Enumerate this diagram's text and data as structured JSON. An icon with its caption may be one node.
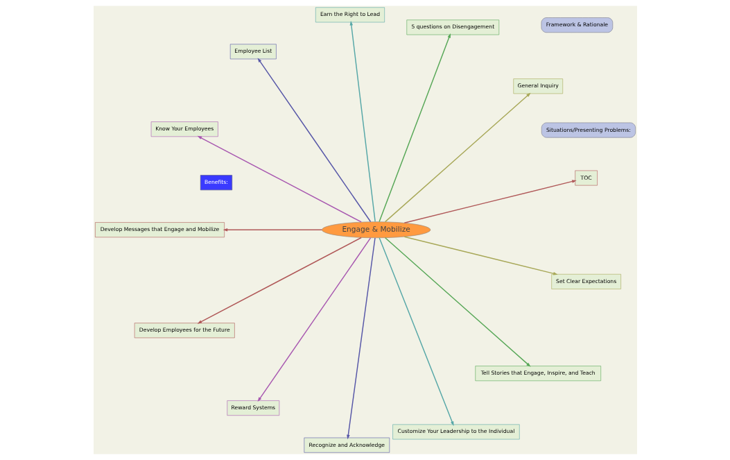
{
  "diagram": {
    "nodes": [
      {
        "text": [
          "Benefits:"
        ]
      },
      {
        "text": [
          "Situations/Presenting Problems:"
        ]
      },
      {
        "text": [
          "Framework & Rationale"
        ]
      },
      {
        "text": [
          "Engage & Mobilize"
        ]
      },
      {
        "text": [
          "TOC"
        ]
      },
      {
        "text": [
          "General Inquiry"
        ]
      },
      {
        "text": [
          "5 questions on Disengagement"
        ]
      },
      {
        "text": [
          "Earn the Right to Lead"
        ]
      },
      {
        "text": [
          "Employee List"
        ]
      },
      {
        "text": [
          "Know Your Employees"
        ]
      },
      {
        "text": [
          "Develop Messages that Engage and Mobilize"
        ]
      },
      {
        "text": [
          "Develop Employees for the Future"
        ]
      },
      {
        "text": [
          "Reward Systems"
        ]
      },
      {
        "text": [
          "Recognize and Acknowledge"
        ]
      },
      {
        "text": [
          "Customize Your Leadership to the Individual"
        ]
      },
      {
        "text": [
          "Tell Stories that Engage, Inspire, and Teach"
        ]
      },
      {
        "text": [
          "Set Clear Expectations"
        ]
      }
    ],
    "edges": [
      {
        "from": 3,
        "to": 4,
        "arrow": "to",
        "color": "#b05858"
      },
      {
        "from": 3,
        "to": 5,
        "arrow": "to",
        "color": "#a8a858"
      },
      {
        "from": 3,
        "to": 6,
        "arrow": "to",
        "color": "#58a858"
      },
      {
        "from": 3,
        "to": 7,
        "arrow": "to",
        "color": "#58a8a8"
      },
      {
        "from": 3,
        "to": 8,
        "arrow": "to",
        "color": "#5858a8"
      },
      {
        "from": 3,
        "to": 9,
        "arrow": "to",
        "color": "#a858b0"
      },
      {
        "from": 3,
        "to": 10,
        "arrow": "to",
        "color": "#b05858"
      },
      {
        "from": 3,
        "to": 11,
        "arrow": "to",
        "color": "#b05858"
      },
      {
        "from": 3,
        "to": 12,
        "arrow": "to",
        "color": "#a858b0"
      },
      {
        "from": 3,
        "to": 13,
        "arrow": "to",
        "color": "#5858a8"
      },
      {
        "from": 3,
        "to": 14,
        "arrow": "to",
        "color": "#58a8a8"
      },
      {
        "from": 3,
        "to": 15,
        "arrow": "to",
        "color": "#58a858"
      },
      {
        "from": 3,
        "to": 16,
        "arrow": "to",
        "color": "#a8a858"
      }
    ]
  }
}
